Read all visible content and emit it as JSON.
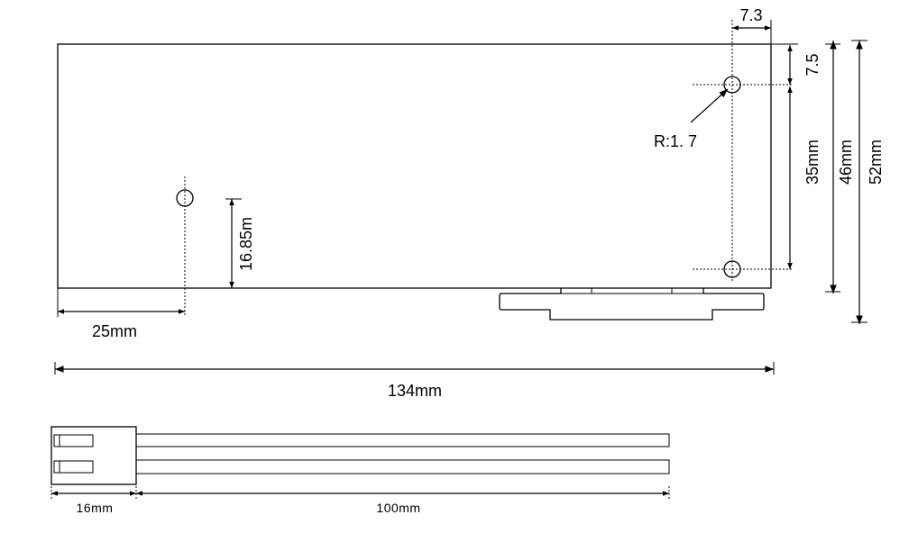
{
  "dimensions": {
    "top_offset": "7.3",
    "hole_top_offset": "7.5",
    "radius": "R:1. 7",
    "hole_spacing": "35mm",
    "board_height": "46mm",
    "total_height": "52mm",
    "hole_height": "16.85m",
    "hole_left_offset": "25mm",
    "board_length": "134mm",
    "connector_length": "16mm",
    "cable_length": "100mm"
  }
}
